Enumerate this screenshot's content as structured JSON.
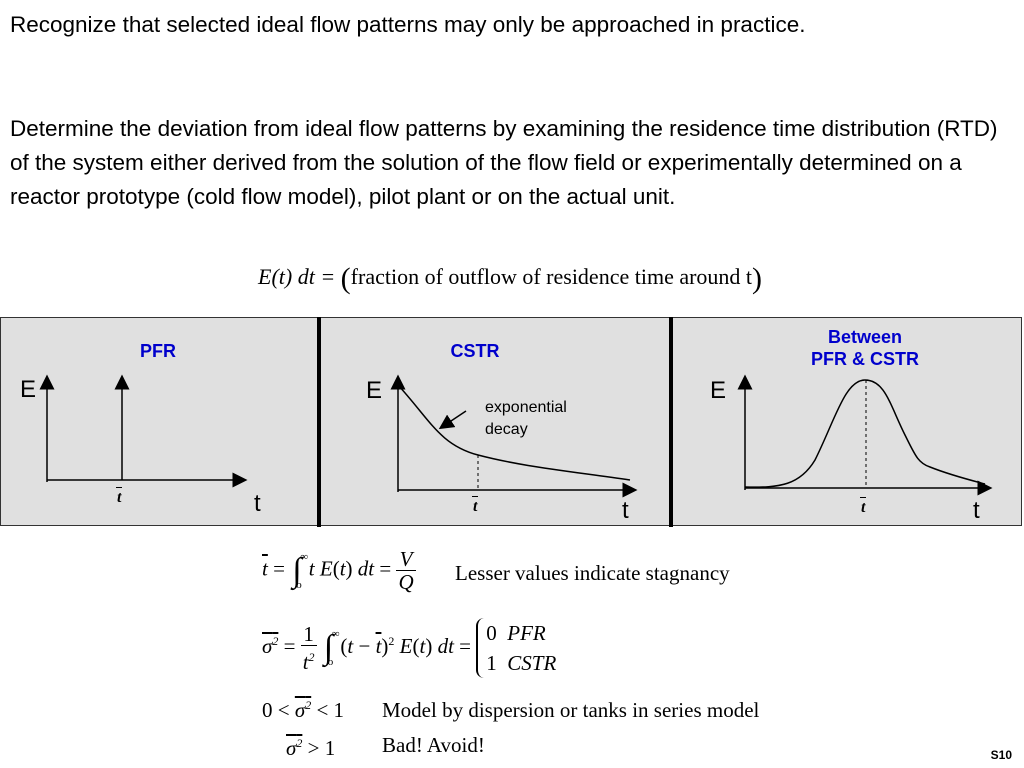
{
  "intro": {
    "p1": "Recognize that selected ideal flow patterns may only be approached in practice.",
    "p2": "Determine the deviation from ideal flow patterns by examining the residence time distribution (RTD) of the system either derived from the solution of the flow field or experimentally determined on a reactor prototype (cold flow model), pilot plant or on the actual unit."
  },
  "definition": {
    "lhs": "E(t) dt =",
    "rhs": "fraction of outflow of residence time around t"
  },
  "panels": {
    "pfr": {
      "title": "PFR",
      "y_axis": "E",
      "x_axis": "t",
      "mean_label": "t"
    },
    "cstr": {
      "title": "CSTR",
      "y_axis": "E",
      "x_axis": "t",
      "mean_label": "t",
      "annotation_line1": "exponential",
      "annotation_line2": "decay"
    },
    "between": {
      "title_line1": "Between",
      "title_line2": "PFR & CSTR",
      "y_axis": "E",
      "x_axis": "t",
      "mean_label": "t"
    }
  },
  "equations": {
    "mean_note": "Lesser values indicate stagnancy",
    "case_pfr": "PFR",
    "case_cstr": "CSTR",
    "case_zero": "0",
    "case_one": "1",
    "range_note": "Model by dispersion or tanks in series model",
    "bad_note": "Bad!  Avoid!"
  },
  "slide_number": "S10",
  "colors": {
    "title_blue": "#0000cc",
    "panel_bg": "#e0e0e0"
  }
}
